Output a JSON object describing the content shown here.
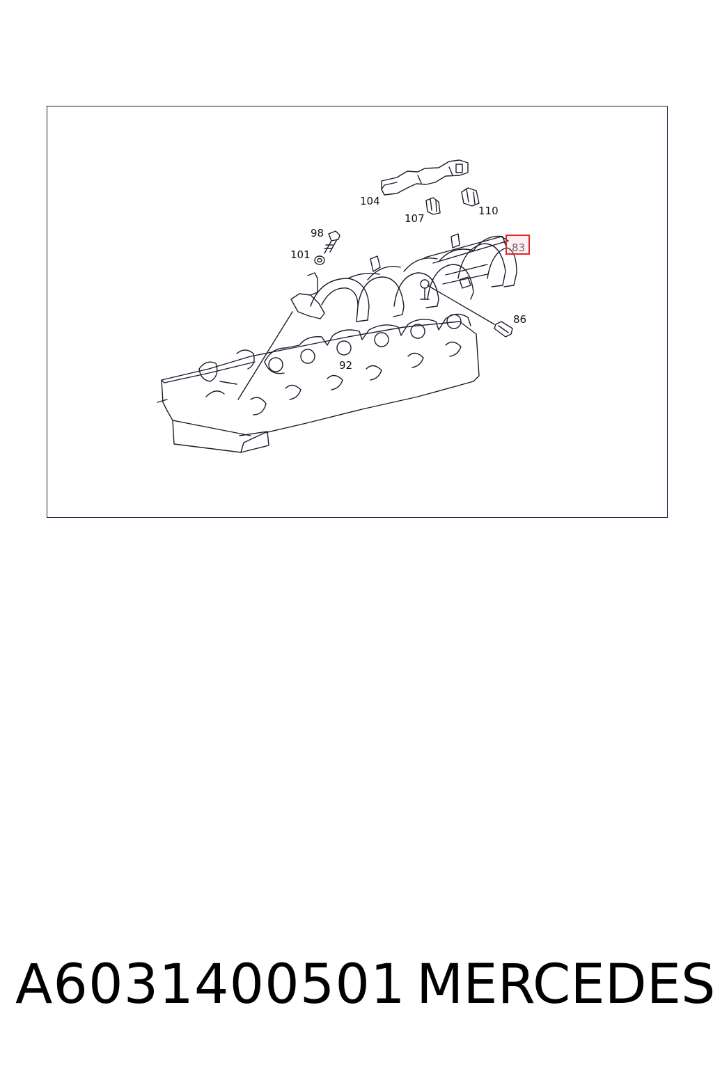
{
  "diagram": {
    "callouts": {
      "c104": "104",
      "c107": "107",
      "c110": "110",
      "c98": "98",
      "c101": "101",
      "c83": "83",
      "c86": "86",
      "c92": "92"
    },
    "highlighted_callout": "83",
    "highlight_color": "#e0262e"
  },
  "footer": {
    "part_number": "A6031400501",
    "brand": "MERCEDES"
  }
}
